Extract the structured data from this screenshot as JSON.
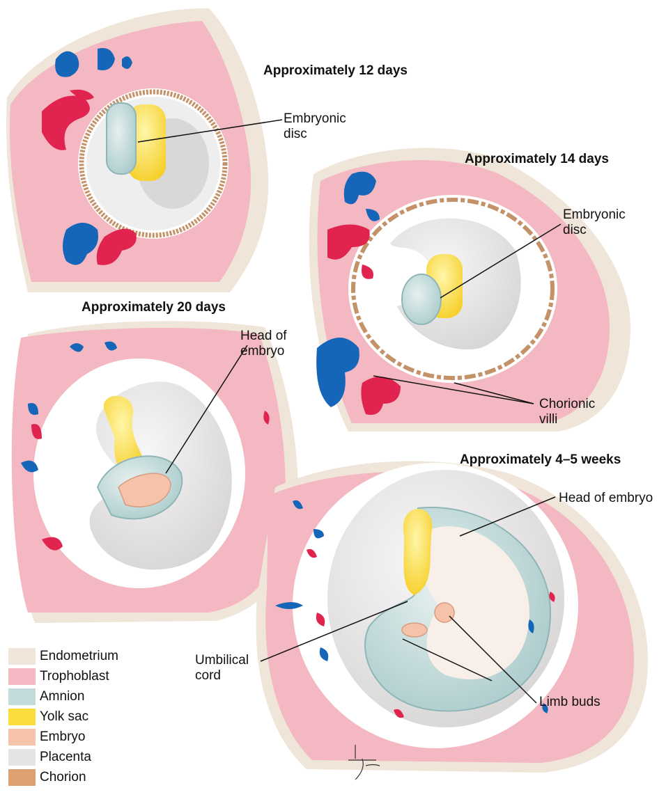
{
  "stages": [
    {
      "title": "Approximately 12  days"
    },
    {
      "title": "Approximately 14 days"
    },
    {
      "title": "Approximately 20 days"
    },
    {
      "title": "Approximately 4–5 weeks"
    }
  ],
  "labels": {
    "embryonic_disc_12_line1": "Embryonic",
    "embryonic_disc_12_line2": "disc",
    "embryonic_disc_14_line1": "Embryonic",
    "embryonic_disc_14_line2": "disc",
    "head_20_line1": "Head of",
    "head_20_line2": "embryo",
    "chorionic_line1": "Chorionic",
    "chorionic_line2": "villi",
    "head_week": "Head of embryo",
    "umbilical_line1": "Umbilical",
    "umbilical_line2": "cord",
    "limb_buds": "Limb buds"
  },
  "legend": [
    {
      "label": "Endometrium",
      "color": "#efe5d8"
    },
    {
      "label": "Trophoblast",
      "color": "#f3b8c1"
    },
    {
      "label": "Amnion",
      "color": "#c3dbdb"
    },
    {
      "label": "Yolk sac",
      "color": "#fbdd3c"
    },
    {
      "label": "Embryo",
      "color": "#f5c3a9"
    },
    {
      "label": "Placenta",
      "color": "#e6e3e3"
    },
    {
      "label": "Chorion",
      "color": "#dca274"
    }
  ]
}
